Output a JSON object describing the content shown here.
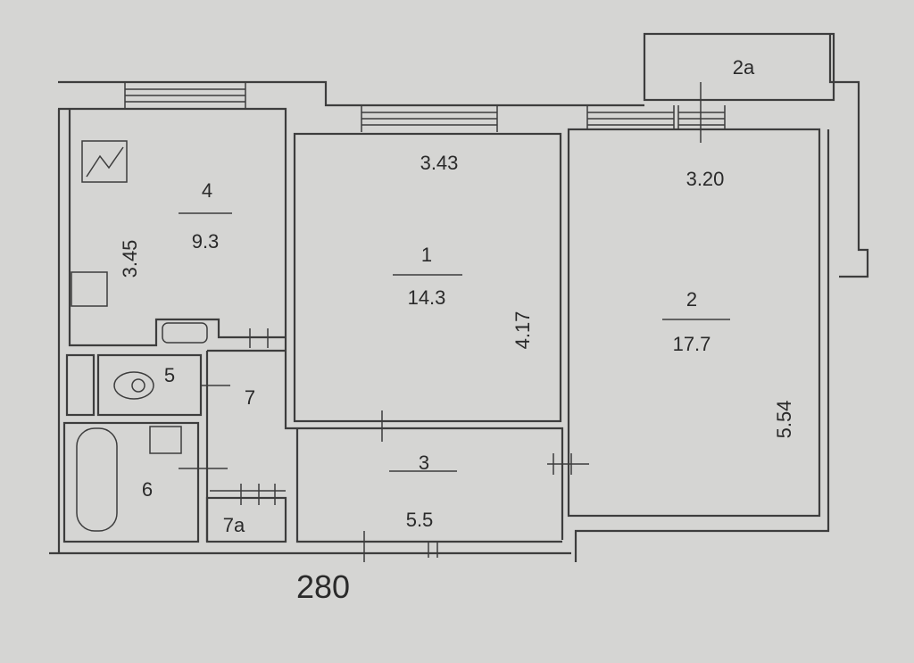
{
  "plan": {
    "rooms": [
      {
        "number": "1",
        "area": "14.3",
        "width": "3.43",
        "length": "4.17"
      },
      {
        "number": "2",
        "area": "17.7",
        "width": "3.20",
        "length": "5.54"
      },
      {
        "number": "2a"
      },
      {
        "number": "3",
        "area": "5.5"
      },
      {
        "number": "4",
        "area": "9.3",
        "length": "3.45"
      },
      {
        "number": "5"
      },
      {
        "number": "6"
      },
      {
        "number": "7"
      },
      {
        "number": "7a"
      }
    ],
    "footer_number": "280"
  },
  "colors": {
    "paper": "#d5d5d3",
    "ink": "#3d3d3d"
  }
}
